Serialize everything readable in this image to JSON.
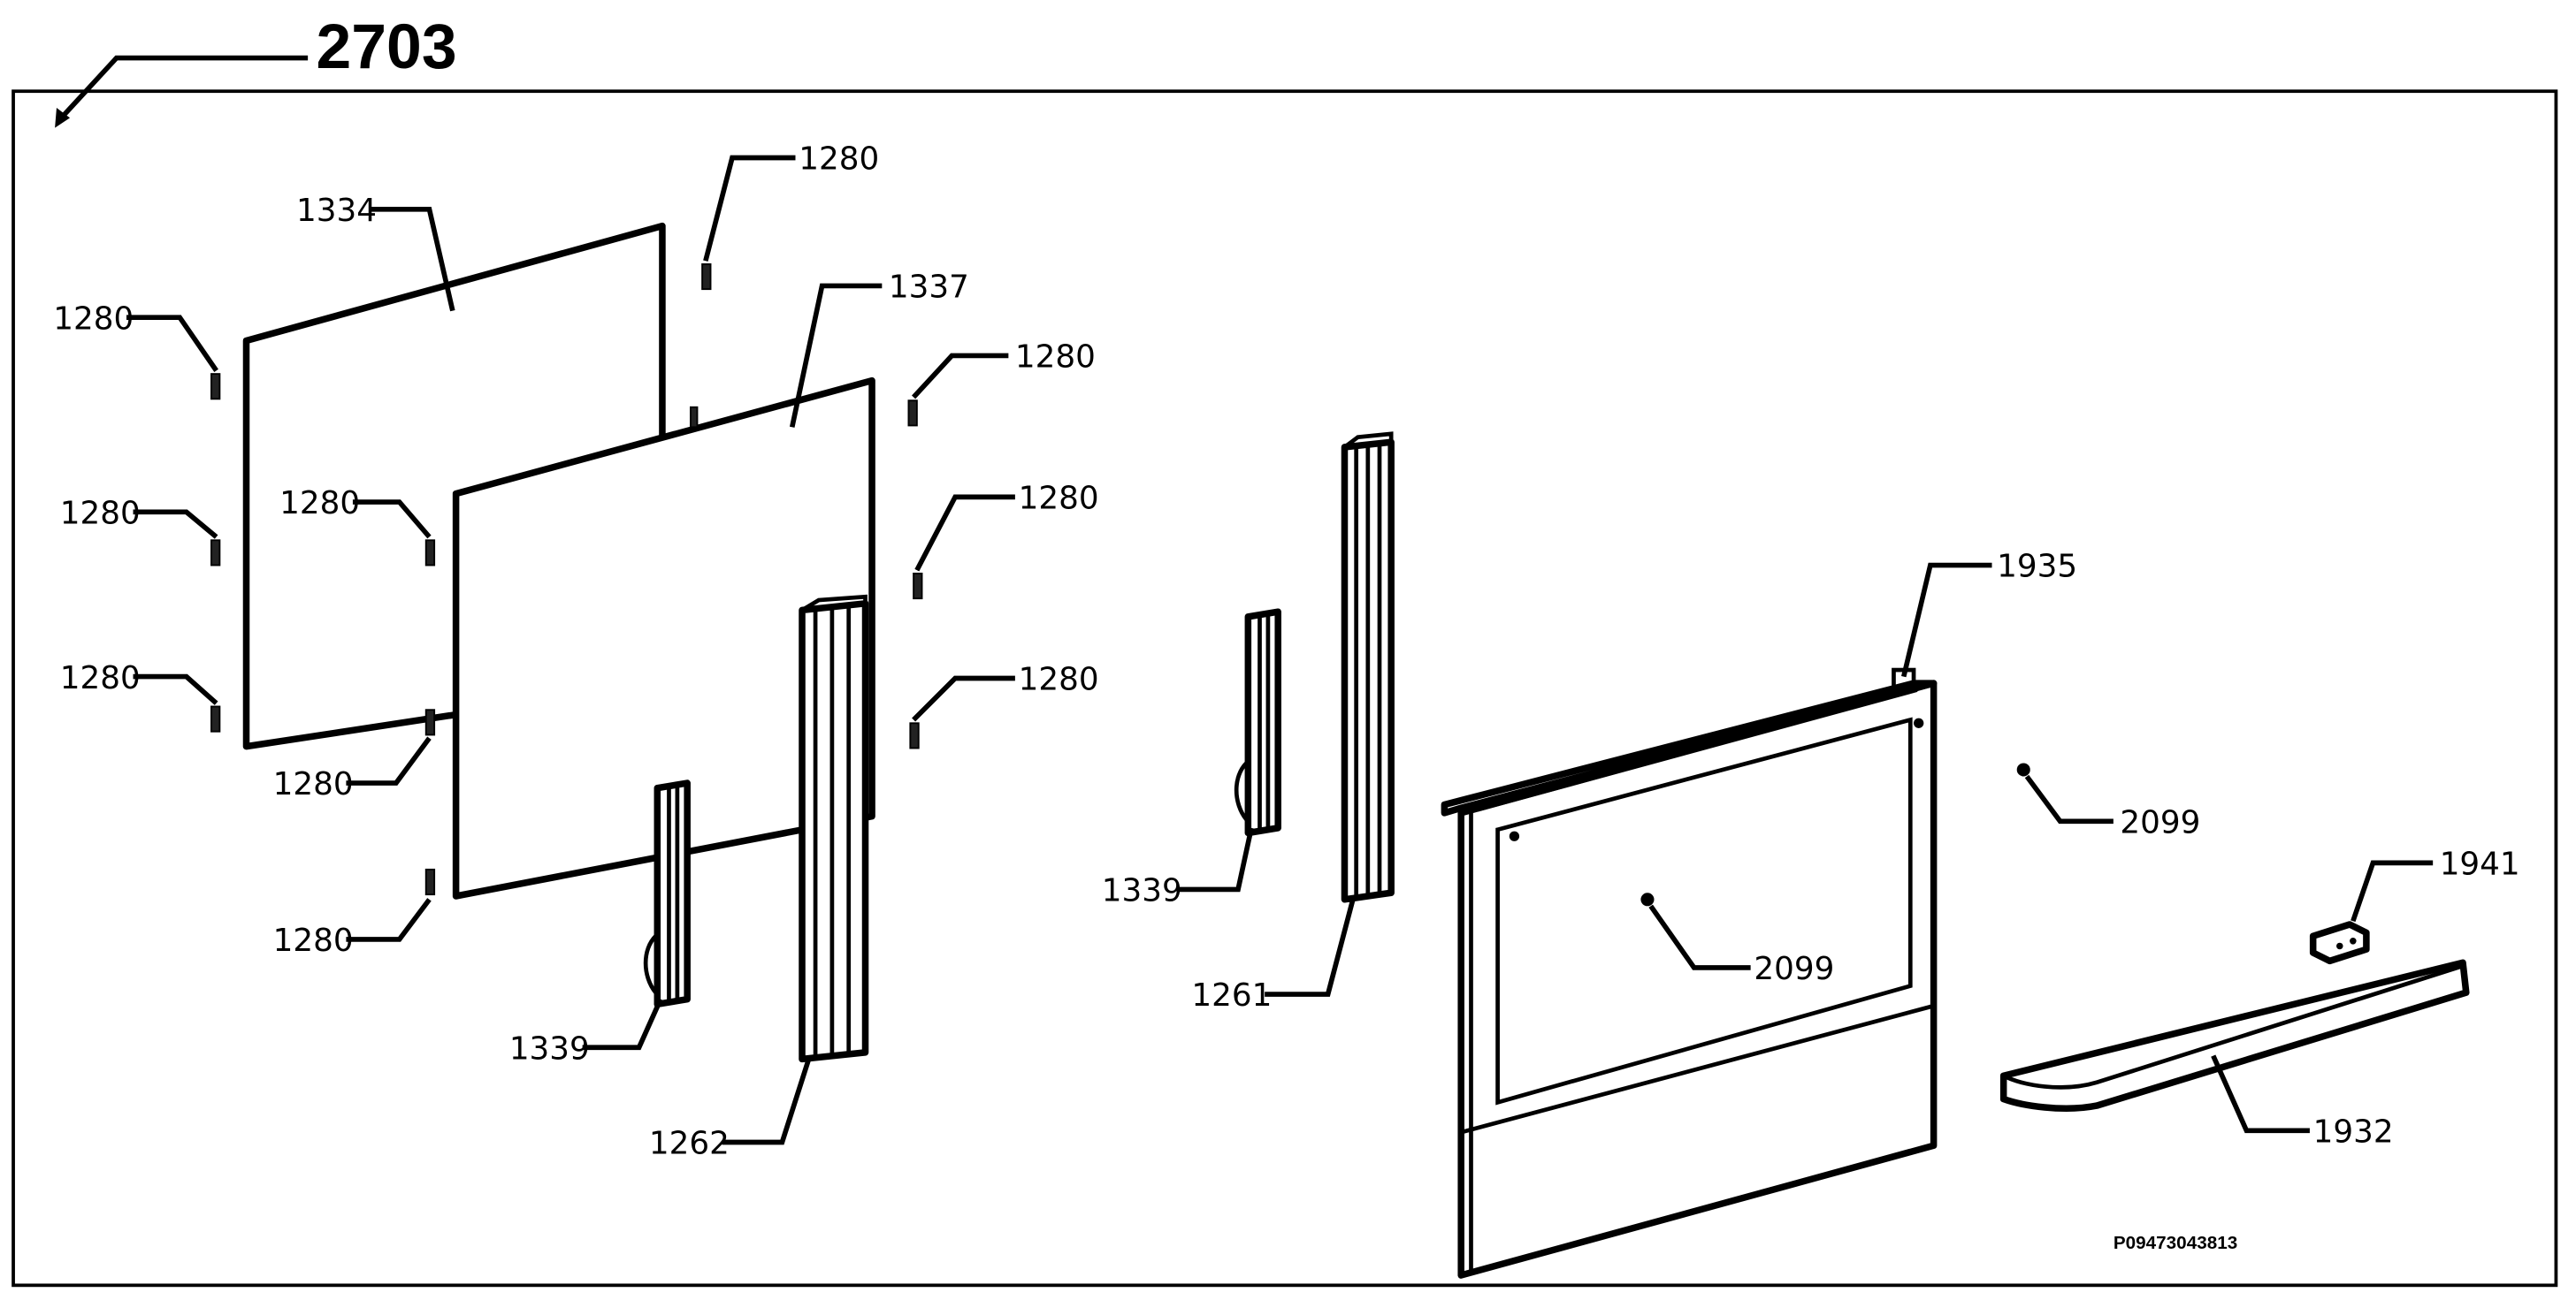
{
  "assembly_number": "2703",
  "drawing_code": "P09473043813",
  "callouts": [
    {
      "id": "1334",
      "text": "1334"
    },
    {
      "id": "1337",
      "text": "1337"
    },
    {
      "id": "1280-a",
      "text": "1280"
    },
    {
      "id": "1280-b",
      "text": "1280"
    },
    {
      "id": "1280-c",
      "text": "1280"
    },
    {
      "id": "1280-d",
      "text": "1280"
    },
    {
      "id": "1280-e",
      "text": "1280"
    },
    {
      "id": "1280-f",
      "text": "1280"
    },
    {
      "id": "1280-g",
      "text": "1280"
    },
    {
      "id": "1280-h",
      "text": "1280"
    },
    {
      "id": "1280-i",
      "text": "1280"
    },
    {
      "id": "1280-j",
      "text": "1280"
    },
    {
      "id": "1339-a",
      "text": "1339"
    },
    {
      "id": "1339-b",
      "text": "1339"
    },
    {
      "id": "1262",
      "text": "1262"
    },
    {
      "id": "1261",
      "text": "1261"
    },
    {
      "id": "1935",
      "text": "1935"
    },
    {
      "id": "2099-a",
      "text": "2099"
    },
    {
      "id": "2099-b",
      "text": "2099"
    },
    {
      "id": "1941",
      "text": "1941"
    },
    {
      "id": "1932",
      "text": "1932"
    }
  ]
}
